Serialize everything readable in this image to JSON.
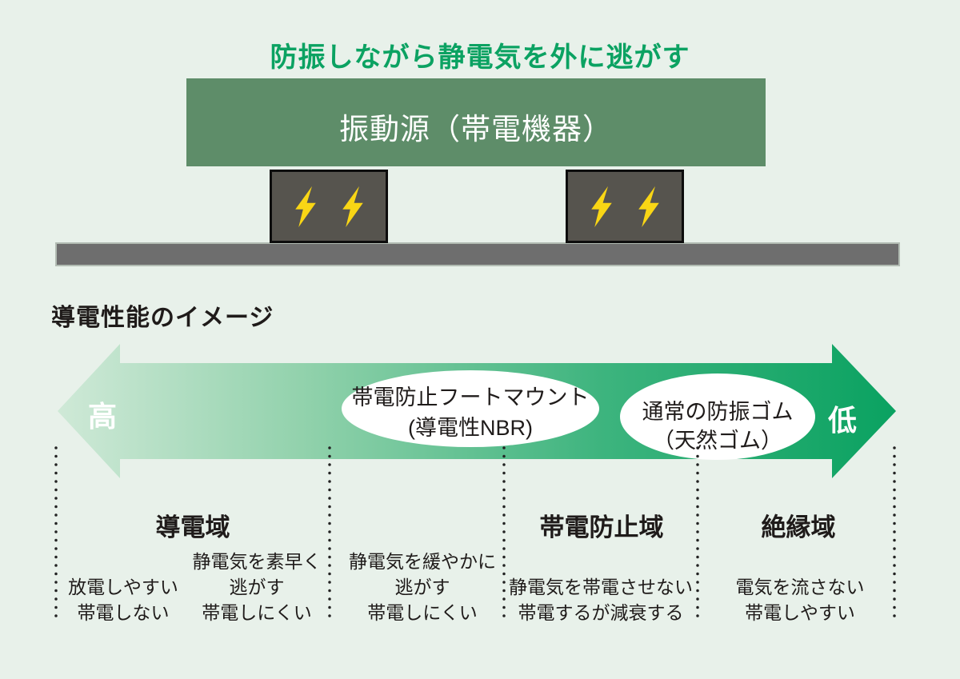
{
  "diagram_top": {
    "title": "防振しながら静電気を外に逃がす",
    "vibration_source_label": "振動源（帯電機器）"
  },
  "conductivity_section": {
    "heading": "導電性能のイメージ",
    "scale_high": "高",
    "scale_low": "低",
    "products": [
      {
        "name": "帯電防止フートマウント",
        "material": "(導電性NBR)"
      },
      {
        "name": "通常の防振ゴム",
        "material": "（天然ゴム）"
      }
    ],
    "zones": [
      {
        "label": "導電域"
      },
      {
        "label": "帯電防止域"
      },
      {
        "label": "絶縁域"
      }
    ],
    "descriptions": [
      {
        "lines": [
          "放電しやすい",
          "帯電しない"
        ]
      },
      {
        "lines": [
          "静電気を素早く",
          "逃がす",
          "帯電しにくい"
        ]
      },
      {
        "lines": [
          "静電気を緩やかに",
          "逃がす",
          "帯電しにくい"
        ]
      },
      {
        "lines": [
          "静電気を帯電させない",
          "帯電するが減衰する"
        ]
      },
      {
        "lines": [
          "電気を流さない",
          "帯電しやすい"
        ]
      }
    ]
  },
  "colors": {
    "background": "#e8f1ea",
    "title_green": "#0ba262",
    "machine_box_green": "#5e8d69",
    "mount_gray": "#56544e",
    "bolt_yellow": "#f9d615",
    "floor_gray": "#6e6e6e",
    "arrow_light": "#cde8d5",
    "arrow_dark": "#0aa261",
    "text_dark": "#1f1b1a"
  }
}
